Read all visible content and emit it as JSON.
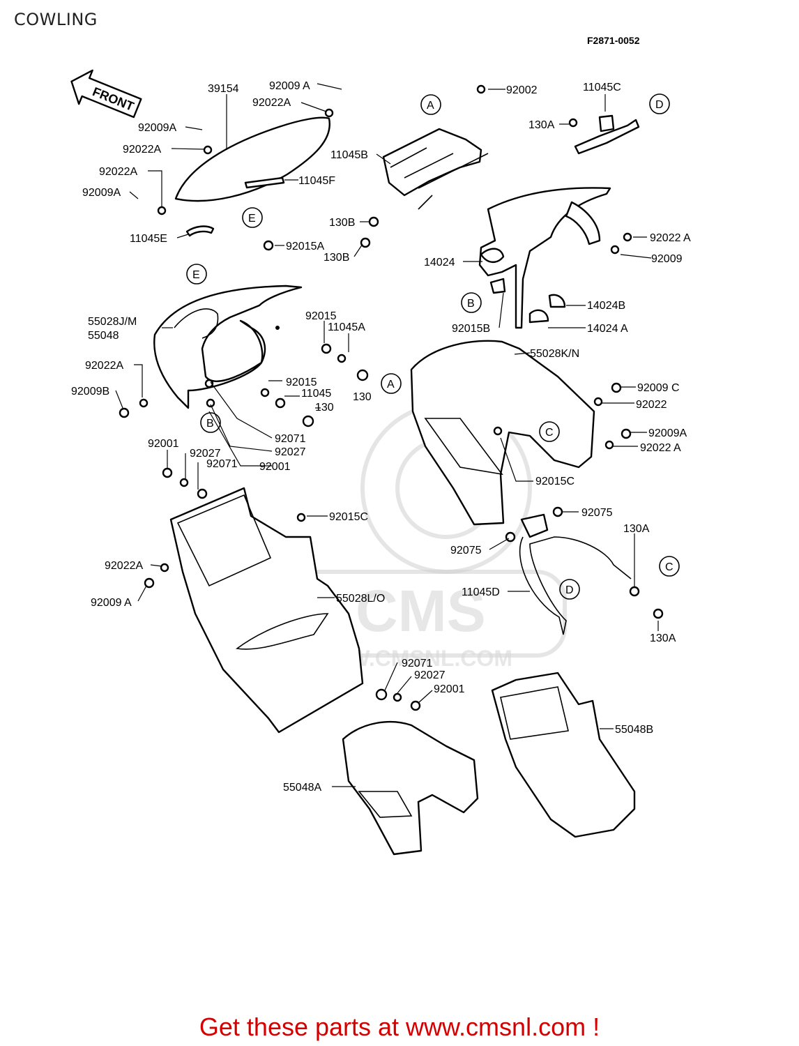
{
  "page": {
    "title": "COWLING",
    "figure_code": "F2871-0052",
    "footer_text": "Get these parts at www.cmsnl.com !",
    "front_label": "FRONT",
    "watermark_url": "WWW.CMSNL.COM",
    "watermark_logo": "CMS"
  },
  "callouts": [
    {
      "letter": "A"
    },
    {
      "letter": "A"
    },
    {
      "letter": "B"
    },
    {
      "letter": "B"
    },
    {
      "letter": "C"
    },
    {
      "letter": "C"
    },
    {
      "letter": "D"
    },
    {
      "letter": "D"
    },
    {
      "letter": "E"
    },
    {
      "letter": "E"
    }
  ],
  "labels": [
    "39154",
    "92009 A",
    "92022A",
    "92009A",
    "92022A",
    "92022A",
    "92009A",
    "11045F",
    "11045E",
    "92015A",
    "92002",
    "11045B",
    "130B",
    "130B",
    "11045C",
    "130A",
    "92022 A",
    "92009",
    "14024",
    "14024B",
    "14024 A",
    "92015B",
    "55028J/M",
    "55048",
    "92022A",
    "92009B",
    "92015",
    "11045A",
    "130",
    "92015",
    "11045",
    "130",
    "92071",
    "92027",
    "92001",
    "55028K/N",
    "92009 C",
    "92022",
    "92009A",
    "92022 A",
    "92015C",
    "92001",
    "92027",
    "92071",
    "92015C",
    "92022A",
    "92009 A",
    "55028L/O",
    "92075",
    "92075",
    "130A",
    "11045D",
    "130A",
    "92071",
    "92027",
    "92001",
    "55048B",
    "55048A"
  ],
  "colors": {
    "footer": "#d40000",
    "ink": "#000000",
    "watermark": "#cfcfcf"
  }
}
